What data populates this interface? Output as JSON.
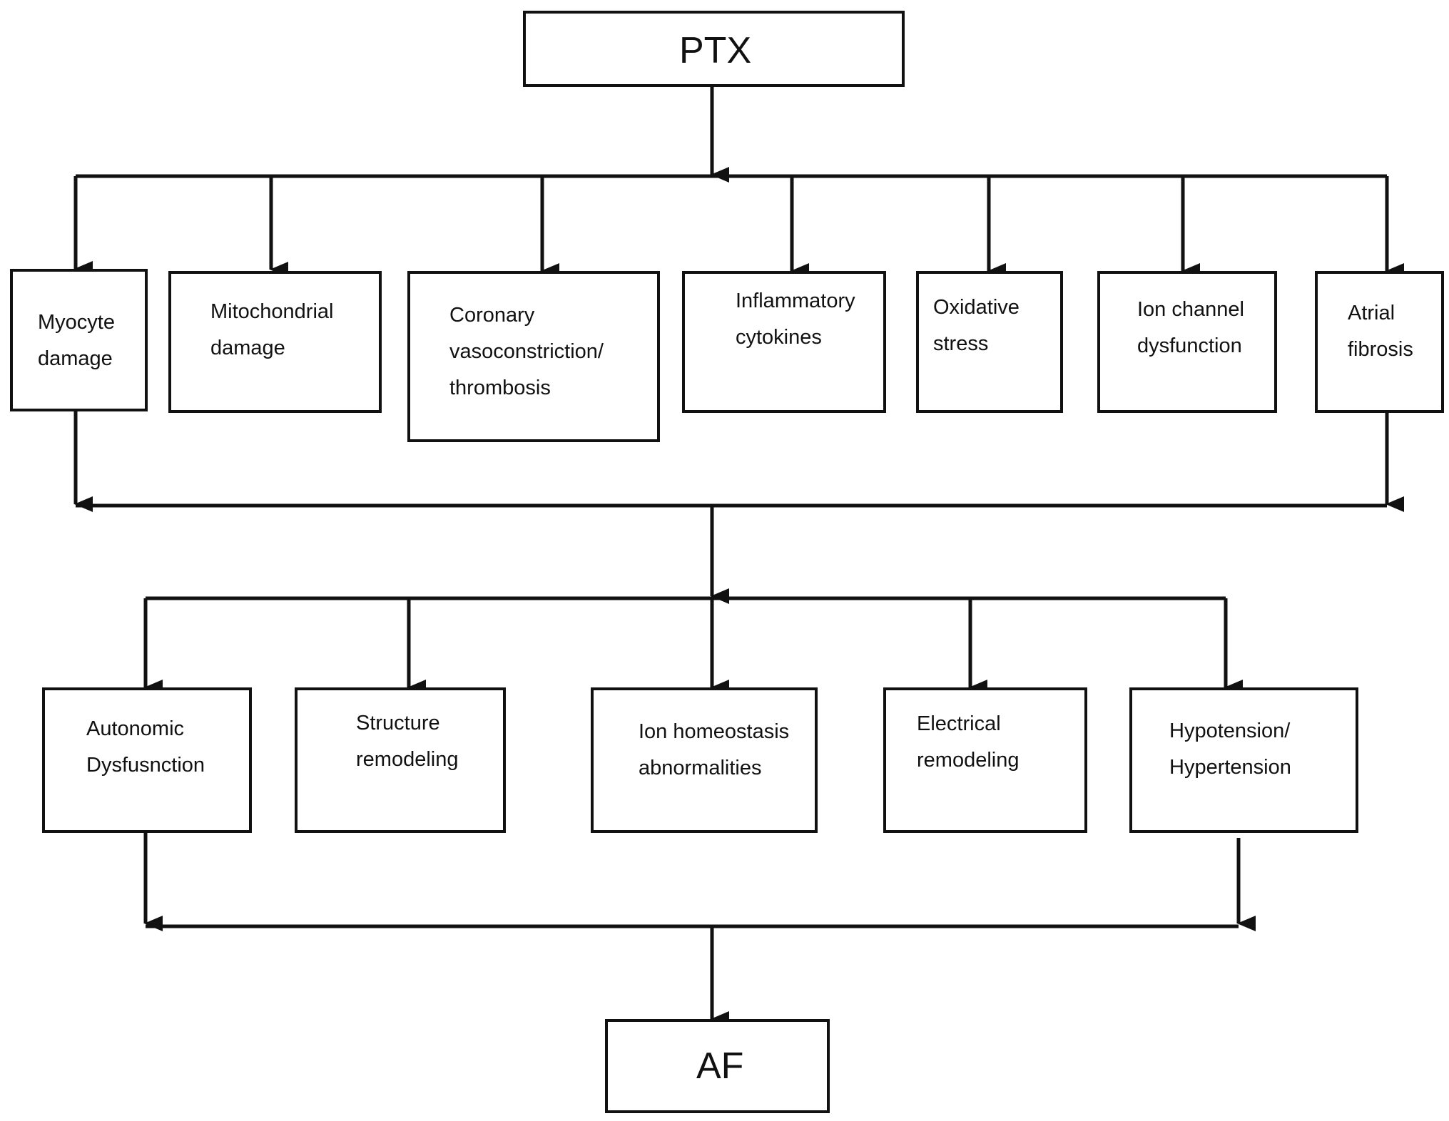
{
  "diagram": {
    "top": "PTX",
    "mechanisms": [
      "Myocyte\ndamage",
      "Mitochondrial\ndamage",
      "Coronary\nvasoconstriction/\nthrombosis",
      "Inflammatory\ncytokines",
      "Oxidative\nstress",
      "Ion channel\ndysfunction",
      "Atrial\nfibrosis"
    ],
    "effects": [
      "Autonomic\nDysfusnction",
      "Structure\nremodeling",
      "Ion homeostasis\nabnormalities",
      "Electrical\nremodeling",
      "Hypotension/\nHypertension"
    ],
    "outcome": "AF"
  }
}
